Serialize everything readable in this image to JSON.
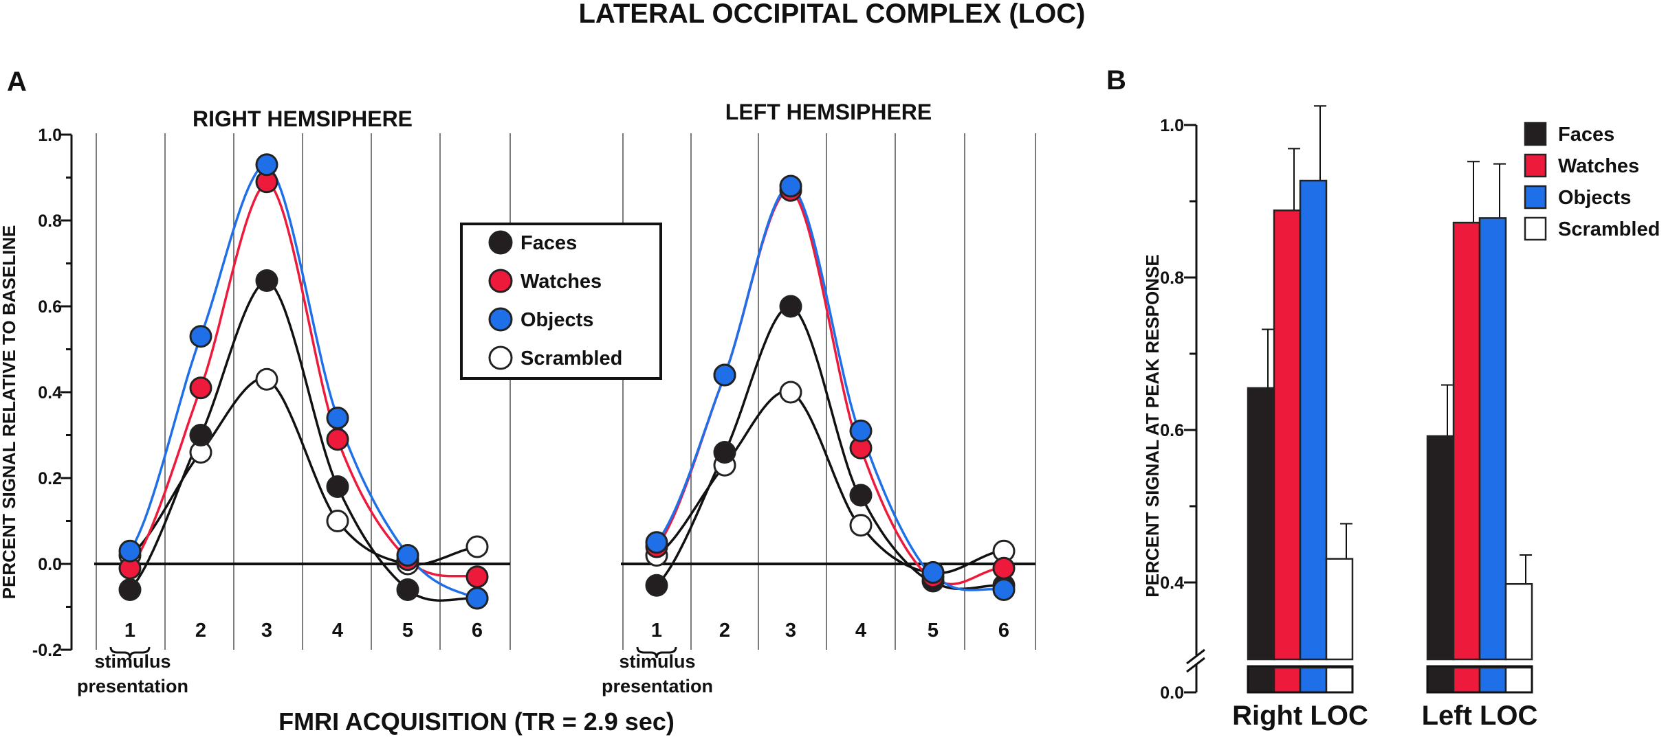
{
  "title": "LATERAL OCCIPITAL COMPLEX (LOC)",
  "colors": {
    "Faces": "#231f20",
    "Watches": "#ee1a3c",
    "Objects": "#1e6fe8",
    "Scrambled": "#ffffff"
  },
  "chart_data": [
    {
      "panel": "A",
      "type": "line",
      "xlabel": "FMRI ACQUISITION (TR = 2.9 sec)",
      "ylabel": "PERCENT SIGNAL RELATIVE TO BASELINE",
      "ylim": [
        -0.2,
        1.0
      ],
      "yticks": [
        "1.0",
        "0.8",
        "0.6",
        "0.4",
        "0.2",
        "0.0",
        "-0.2"
      ],
      "x": [
        "1",
        "2",
        "3",
        "4",
        "5",
        "6"
      ],
      "stimulus_label": [
        "stimulus",
        "presentation"
      ],
      "legend": [
        "Faces",
        "Watches",
        "Objects",
        "Scrambled"
      ],
      "plots": [
        {
          "title": "RIGHT HEMSIPHERE",
          "series": [
            {
              "name": "Faces",
              "values": [
                -0.06,
                0.3,
                0.66,
                0.18,
                -0.06,
                -0.08
              ]
            },
            {
              "name": "Watches",
              "values": [
                -0.01,
                0.41,
                0.89,
                0.29,
                0.01,
                -0.03
              ]
            },
            {
              "name": "Objects",
              "values": [
                0.03,
                0.53,
                0.93,
                0.34,
                0.02,
                -0.08
              ]
            },
            {
              "name": "Scrambled",
              "values": [
                0.02,
                0.26,
                0.43,
                0.1,
                0.0,
                0.04
              ]
            }
          ]
        },
        {
          "title": "LEFT HEMSIPHERE",
          "series": [
            {
              "name": "Faces",
              "values": [
                -0.05,
                0.26,
                0.6,
                0.16,
                -0.04,
                -0.05
              ]
            },
            {
              "name": "Watches",
              "values": [
                0.04,
                0.44,
                0.87,
                0.27,
                -0.03,
                -0.01
              ]
            },
            {
              "name": "Objects",
              "values": [
                0.05,
                0.44,
                0.88,
                0.31,
                -0.02,
                -0.06
              ]
            },
            {
              "name": "Scrambled",
              "values": [
                0.02,
                0.23,
                0.4,
                0.09,
                -0.02,
                0.03
              ]
            }
          ]
        }
      ]
    },
    {
      "panel": "B",
      "type": "bar",
      "ylabel": "PERCENT SIGNAL AT PEAK RESPONSE",
      "ylim": [
        0.0,
        1.0
      ],
      "axis_break": true,
      "yticks": [
        "1.0",
        "0.8",
        "0.6",
        "0.4",
        "0.0"
      ],
      "categories": [
        "Right LOC",
        "Left LOC"
      ],
      "legend": [
        "Faces",
        "Watches",
        "Objects",
        "Scrambled"
      ],
      "series": [
        {
          "name": "Faces",
          "values": [
            0.655,
            0.592
          ],
          "errors": [
            0.077,
            0.067
          ]
        },
        {
          "name": "Watches",
          "values": [
            0.888,
            0.872
          ],
          "errors": [
            0.081,
            0.08
          ]
        },
        {
          "name": "Objects",
          "values": [
            0.927,
            0.878
          ],
          "errors": [
            0.098,
            0.071
          ]
        },
        {
          "name": "Scrambled",
          "values": [
            0.431,
            0.398
          ],
          "errors": [
            0.046,
            0.038
          ]
        }
      ]
    }
  ]
}
